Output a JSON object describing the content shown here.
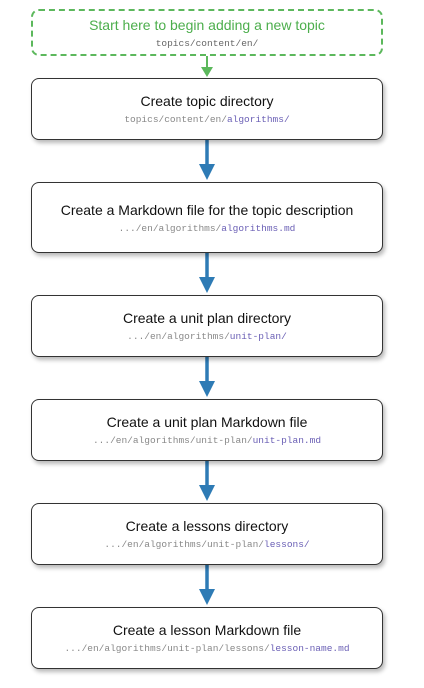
{
  "start": {
    "title": "Start here to begin adding a new topic",
    "path": "topics/content/en/"
  },
  "steps": [
    {
      "title": "Create topic directory",
      "path_prefix": "topics/content/en/",
      "path_highlight": "algorithms/"
    },
    {
      "title": "Create a Markdown file for the topic description",
      "path_prefix": ".../en/algorithms/",
      "path_highlight": "algorithms.md"
    },
    {
      "title": "Create a unit plan directory",
      "path_prefix": ".../en/algorithms/",
      "path_highlight": "unit-plan/"
    },
    {
      "title": "Create a unit plan Markdown file",
      "path_prefix": ".../en/algorithms/unit-plan/",
      "path_highlight": "unit-plan.md"
    },
    {
      "title": "Create a lessons directory",
      "path_prefix": ".../en/algorithms/unit-plan/",
      "path_highlight": "lessons/"
    },
    {
      "title": "Create a lesson Markdown file",
      "path_prefix": ".../en/algorithms/unit-plan/lessons/",
      "path_highlight": "lesson-name.md"
    }
  ],
  "colors": {
    "start_border": "#5cb85c",
    "start_text": "#4cae4c",
    "arrow_blue": "#2e7bb5",
    "arrow_green": "#5cb85c",
    "path_highlight": "#6a5fb5"
  }
}
